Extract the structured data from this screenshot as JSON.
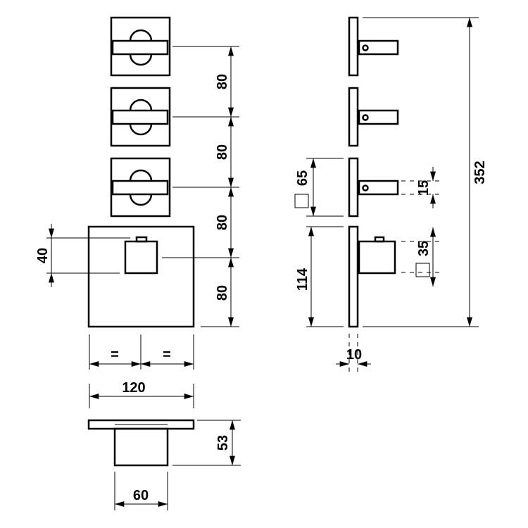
{
  "drawing": {
    "front_view": {
      "spacing_labels": [
        "80",
        "80",
        "80",
        "80"
      ],
      "knob_height_label": "40",
      "equal_labels": [
        "=",
        "="
      ],
      "plate_width_label": "120"
    },
    "bottom_view": {
      "depth_label": "53",
      "body_width_label": "60"
    },
    "side_view": {
      "small_plate_label": "65",
      "handle_label": "15",
      "knob_label": "35",
      "large_plate_label": "114",
      "plate_thickness_label": "10",
      "total_height_label": "352"
    },
    "line_color": "#000000"
  }
}
